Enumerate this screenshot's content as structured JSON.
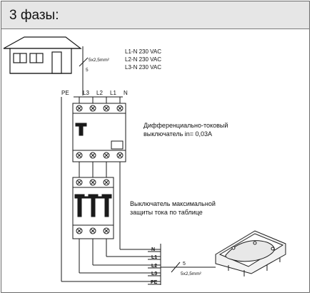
{
  "header": {
    "title": "3 фазы:"
  },
  "house_cable": {
    "cable_label": "5x2,5mm²",
    "cable_cores": "5"
  },
  "voltages": [
    "L1-N 230 VAC",
    "L2-N 230 VAC",
    "L3-N 230 VAC"
  ],
  "terminal_labels": {
    "pe": "PE",
    "l3": "L3",
    "l2": "L2",
    "l1": "L1",
    "n": "N"
  },
  "rcd": {
    "line1": "Дифференциально-токовый",
    "line2": "выключатель in= 0,03A"
  },
  "breaker": {
    "line1": "Выключатель максимальной",
    "line2": "защиты тока по таблице"
  },
  "bus_labels": {
    "n": "N",
    "l1": "L1",
    "l2": "L2",
    "l3": "L3",
    "pe": "PE"
  },
  "output_cable": {
    "cores": "5",
    "cable_label": "5x2,5mm²"
  },
  "colors": {
    "header_bg": "#e6e6e6",
    "line": "#1a1a1a",
    "device_fill": "#ffffff"
  }
}
